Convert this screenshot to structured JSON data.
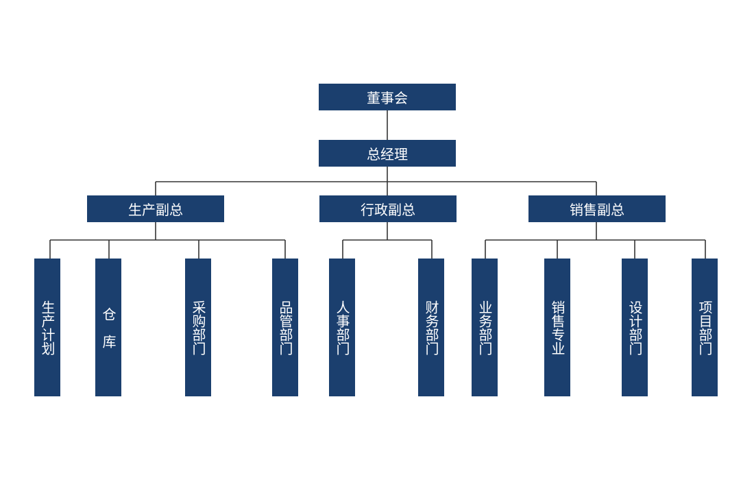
{
  "org_chart": {
    "board": "董事会",
    "general_manager": "总经理",
    "vice_presidents": [
      {
        "name": "生产副总",
        "departments": [
          "生产计划",
          "仓　库",
          "采购部门",
          "品管部门"
        ]
      },
      {
        "name": "行政副总",
        "departments": [
          "人事部门",
          "财务部门"
        ]
      },
      {
        "name": "销售副总",
        "departments": [
          "业务部门",
          "销售专业",
          "设计部门",
          "项目部门"
        ]
      }
    ]
  },
  "colors": {
    "box": "#1b3f6e",
    "text": "#ffffff",
    "line": "#333333",
    "background": "#ffffff"
  }
}
